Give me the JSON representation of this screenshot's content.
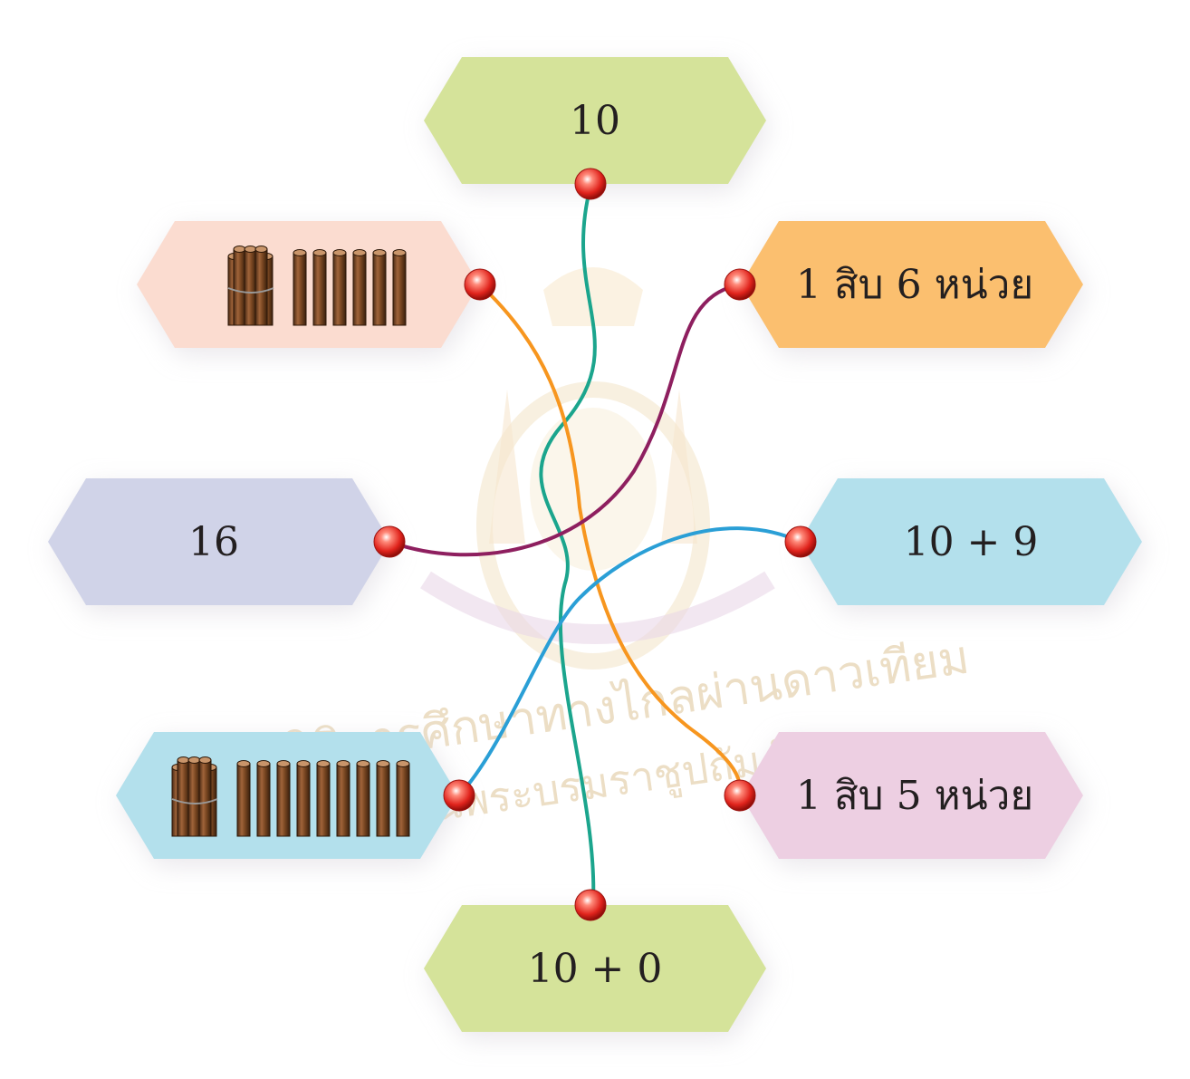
{
  "boxes": {
    "top": {
      "label": "10",
      "color": "#d5e39a"
    },
    "bundle_1_6": {
      "label": "",
      "color": "#fbdcd0",
      "bundles": 1,
      "singles": 6
    },
    "right_1": {
      "label": "1 สิบ 6 หน่วย",
      "color": "#fbbf6f"
    },
    "left_16": {
      "label": "16",
      "color": "#d0d3e8"
    },
    "right_19": {
      "label": "10 + 9",
      "color": "#b3e0ec"
    },
    "bundle_1_9": {
      "label": "",
      "color": "#b3e0ec",
      "bundles": 1,
      "singles": 9
    },
    "right_15": {
      "label": "1 สิบ 5 หน่วย",
      "color": "#edcfe2"
    },
    "bottom": {
      "label": "10 + 0",
      "color": "#d5e39a"
    }
  },
  "lines": [
    {
      "from": "top",
      "to": "bottom",
      "color": "#1ba58d"
    },
    {
      "from": "bundle_1_6",
      "to": "right_15",
      "color": "#f7961f"
    },
    {
      "from": "left_16",
      "to": "right_1",
      "color": "#8e1f5f"
    },
    {
      "from": "bundle_1_9",
      "to": "right_19",
      "color": "#2a9fd6"
    }
  ],
  "watermark": {
    "line1": "มูลนิธิการศึกษาทางไกลผ่านดาวเทียม",
    "line2": "ในพระบรมราชูปถัมภ์"
  }
}
